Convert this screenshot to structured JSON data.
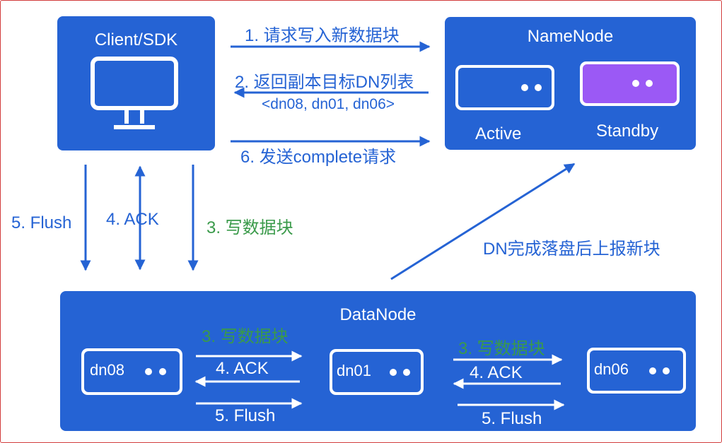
{
  "colors": {
    "primary": "#2563d4",
    "green": "#3a9a4a",
    "standby": "#9b59f5",
    "border": "#d23c3c"
  },
  "client": {
    "title": "Client/SDK",
    "icon": "monitor-icon"
  },
  "namenode": {
    "title": "NameNode",
    "active": "Active",
    "standby": "Standby"
  },
  "datanode": {
    "title": "DataNode",
    "nodes": [
      "dn08",
      "dn01",
      "dn06"
    ]
  },
  "labels": {
    "step1": "1. 请求写入新数据块",
    "step2": "2. 返回副本目标DN列表",
    "step2_list": "<dn08, dn01, dn06>",
    "step6": "6. 发送complete请求",
    "flush": "5. Flush",
    "ack": "4. ACK",
    "write": "3. 写数据块",
    "report": "DN完成落盘后上报新块"
  }
}
